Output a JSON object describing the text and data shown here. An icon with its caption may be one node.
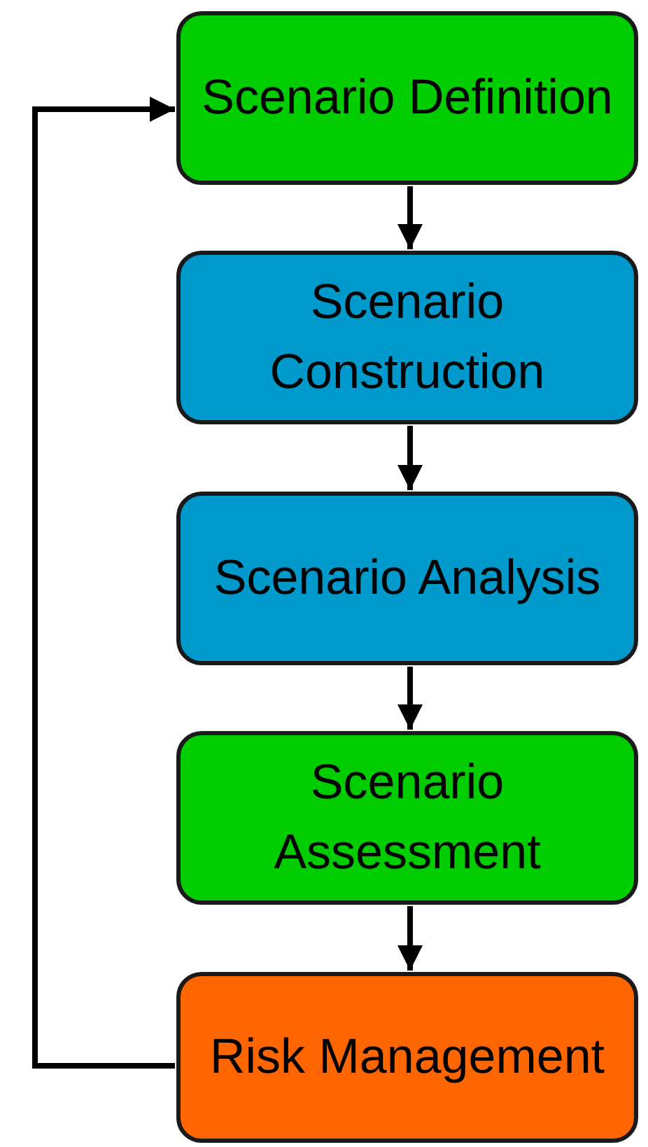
{
  "diagram": {
    "nodes": [
      {
        "text": [
          "Scenario Definition"
        ]
      },
      {
        "text": [
          "Scenario Construction"
        ]
      },
      {
        "text": [
          "Scenario Analysis"
        ]
      },
      {
        "text": [
          "Scenario Assessment"
        ]
      },
      {
        "text": [
          "Risk Management"
        ]
      }
    ],
    "edges": [
      {
        "from": 0,
        "to": 1,
        "arrow": "to"
      },
      {
        "from": 1,
        "to": 2,
        "arrow": "to"
      },
      {
        "from": 2,
        "to": 3,
        "arrow": "to"
      },
      {
        "from": 3,
        "to": 4,
        "arrow": "to"
      },
      {
        "from": 4,
        "to": 0,
        "arrow": "to"
      }
    ]
  }
}
